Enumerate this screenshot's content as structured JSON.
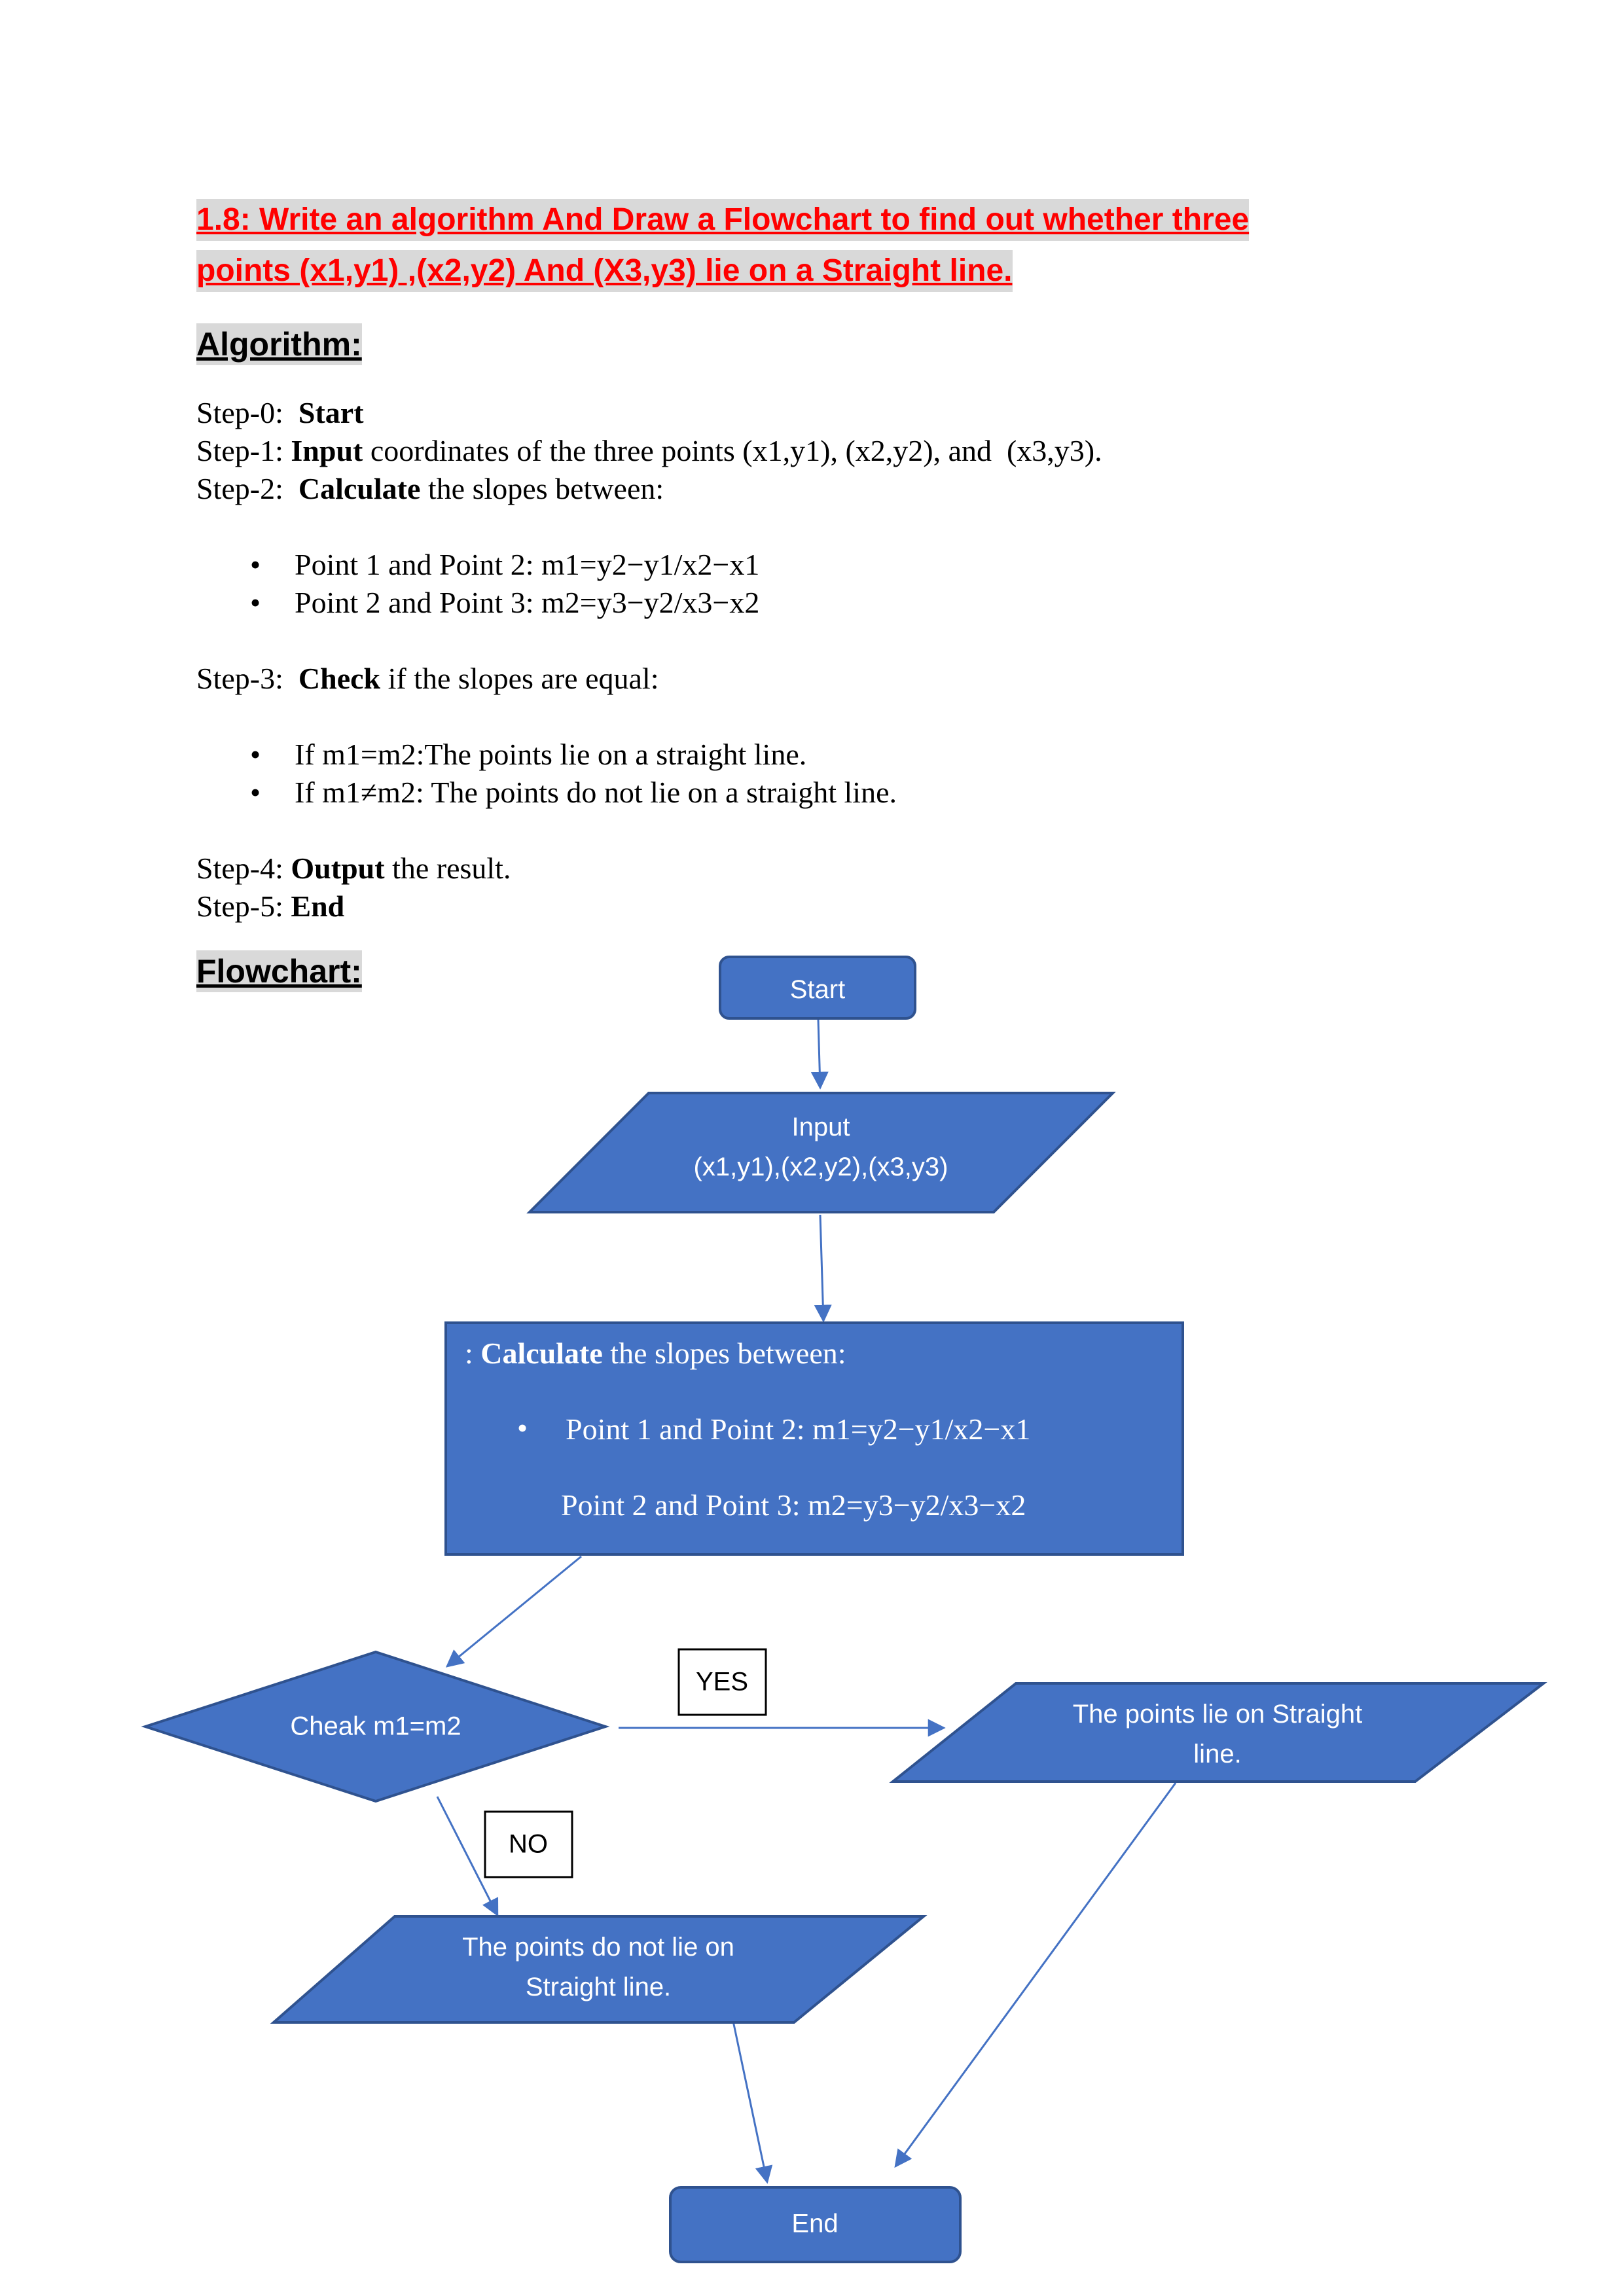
{
  "title": {
    "line1": "1.8: Write an algorithm And Draw a Flowchart to find out whether three",
    "line2": "points (x1,y1) ,(x2,y2) And (X3,y3) lie on a Straight line."
  },
  "algorithm": {
    "heading": "Algorithm:",
    "step0": {
      "prefix": "Step-0:  ",
      "bold": "Start",
      "rest": ""
    },
    "step1": {
      "prefix": "Step-1: ",
      "bold": "Input",
      "rest": " coordinates of the three points (x1,y1), (x2,y2), and  (x3,y3)."
    },
    "step2": {
      "prefix": "Step-2:  ",
      "bold": "Calculate",
      "rest": " the slopes between:"
    },
    "step2_bullets": [
      "Point 1 and Point 2: m1=y2−y1/x2−x1",
      "Point 2 and Point 3: m2=y3−y2/x3−x2"
    ],
    "step3": {
      "prefix": "Step-3:  ",
      "bold": "Check",
      "rest": " if the slopes are equal:"
    },
    "step3_bullets": [
      "If m1=m2:The points lie on a straight line.",
      "If m1≠m2: The points do not lie on a straight line."
    ],
    "step4": {
      "prefix": "Step-4: ",
      "bold": "Output",
      "rest": " the result."
    },
    "step5": {
      "prefix": "Step-5: ",
      "bold": "End",
      "rest": ""
    }
  },
  "flowchart": {
    "heading": "Flowchart:",
    "start": "Start",
    "input_line1": "Input",
    "input_line2": "(x1,y1),(x2,y2),(x3,y3)",
    "process": {
      "prefix": ": ",
      "bold": "Calculate",
      "rest": " the slopes between:",
      "line2": "Point 1 and Point 2: m1=y2−y1/x2−x1",
      "line3": "Point 2 and Point 3: m2=y3−y2/x3−x2"
    },
    "decision": "Cheak m1=m2",
    "yes_label": "YES",
    "no_label": "NO",
    "output_yes_line1": "The points lie on Straight",
    "output_yes_line2": "line.",
    "output_no_line1": "The points do not lie on",
    "output_no_line2": "Straight line.",
    "end": "End",
    "colors": {
      "fill": "#4472c4",
      "stroke": "#2f528f",
      "text": "#ffffff",
      "arrow": "#4472c4"
    }
  }
}
